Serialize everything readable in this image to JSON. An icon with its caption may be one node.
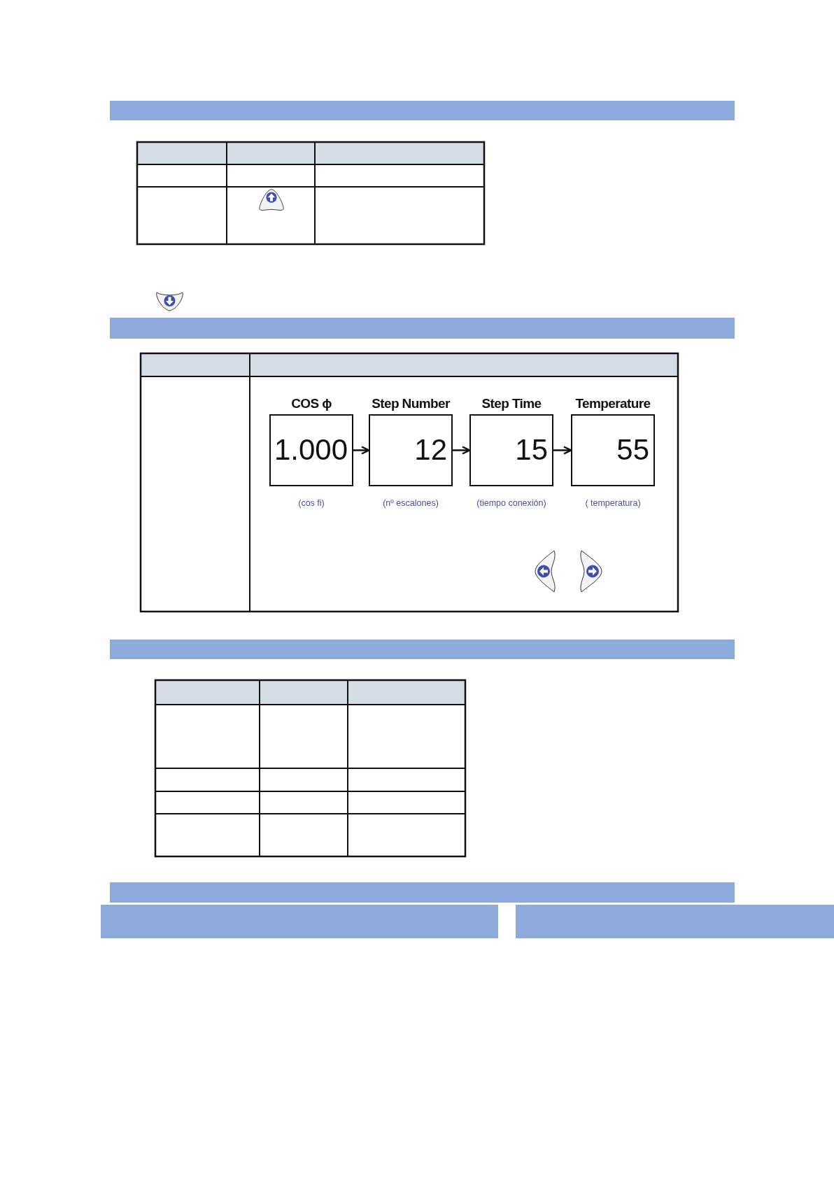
{
  "diagram": {
    "nodes": [
      {
        "text": [
          "COS ϕ",
          "1.000"
        ],
        "beside": [
          "(cos fi)"
        ]
      },
      {
        "text": [
          "Step Number",
          "12"
        ],
        "beside": [
          "(nº escalones)"
        ]
      },
      {
        "text": [
          "Step Time",
          "15"
        ],
        "beside": [
          "(tiempo conexión)"
        ]
      },
      {
        "text": [
          "Temperature",
          "55"
        ],
        "beside": [
          "( temperatura)"
        ]
      }
    ],
    "edges": [
      {
        "from": 0,
        "to": 1,
        "arrow": "to"
      },
      {
        "from": 1,
        "to": 2,
        "arrow": "to"
      },
      {
        "from": 2,
        "to": 3,
        "arrow": "to"
      }
    ]
  }
}
